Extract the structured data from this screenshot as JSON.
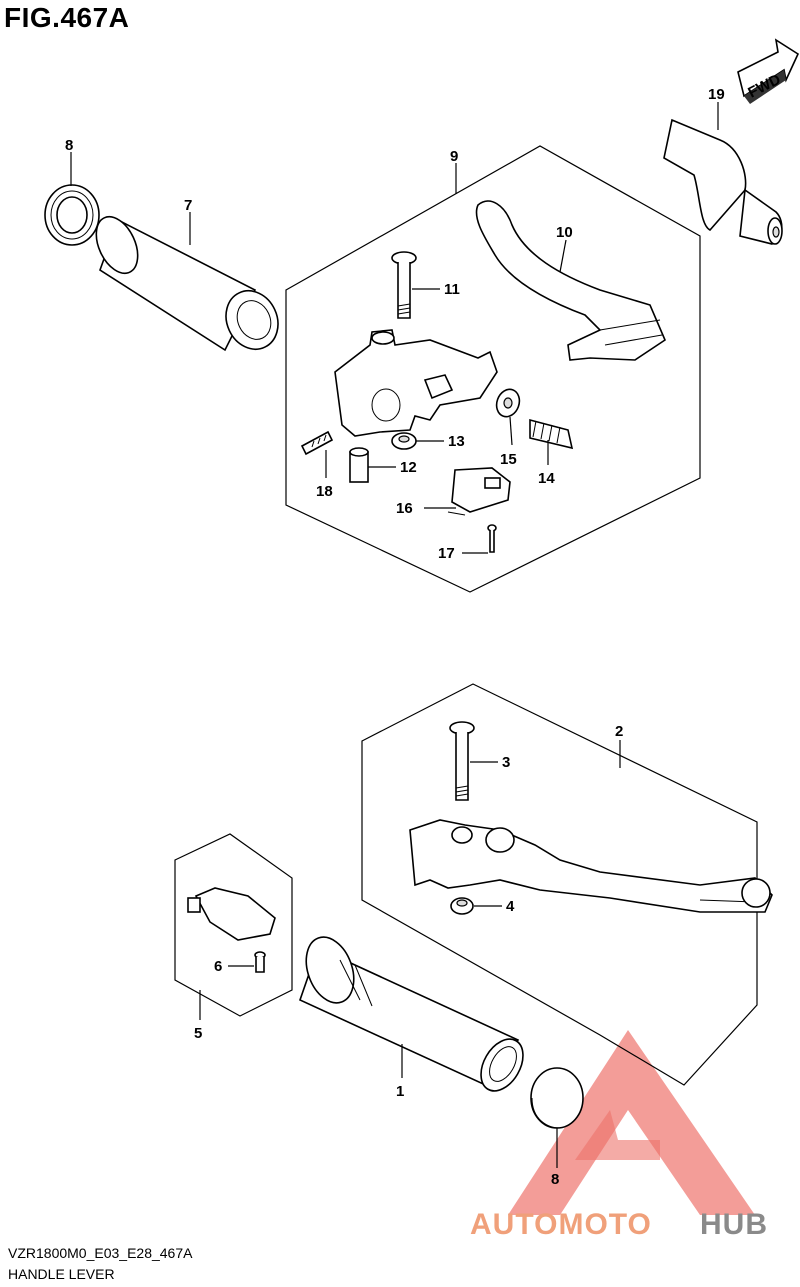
{
  "figure": {
    "title": "FIG.467A",
    "code": "VZR1800M0_E03_E28_467A",
    "name": "HANDLE LEVER"
  },
  "direction_arrow": {
    "label": "FWD"
  },
  "callouts": {
    "c1": "1",
    "c2": "2",
    "c3": "3",
    "c4": "4",
    "c5": "5",
    "c6": "6",
    "c7": "7",
    "c8_top": "8",
    "c8_bottom": "8",
    "c9": "9",
    "c10": "10",
    "c11": "11",
    "c12": "12",
    "c13": "13",
    "c14": "14",
    "c15": "15",
    "c16": "16",
    "c17": "17",
    "c18": "18",
    "c19": "19"
  },
  "watermark": {
    "part1": "AUTOMOTO",
    "part2": "HUB",
    "color_primary": "#f0a07a",
    "color_secondary": "#8a8a8a",
    "logo_color": "#e8443a"
  }
}
